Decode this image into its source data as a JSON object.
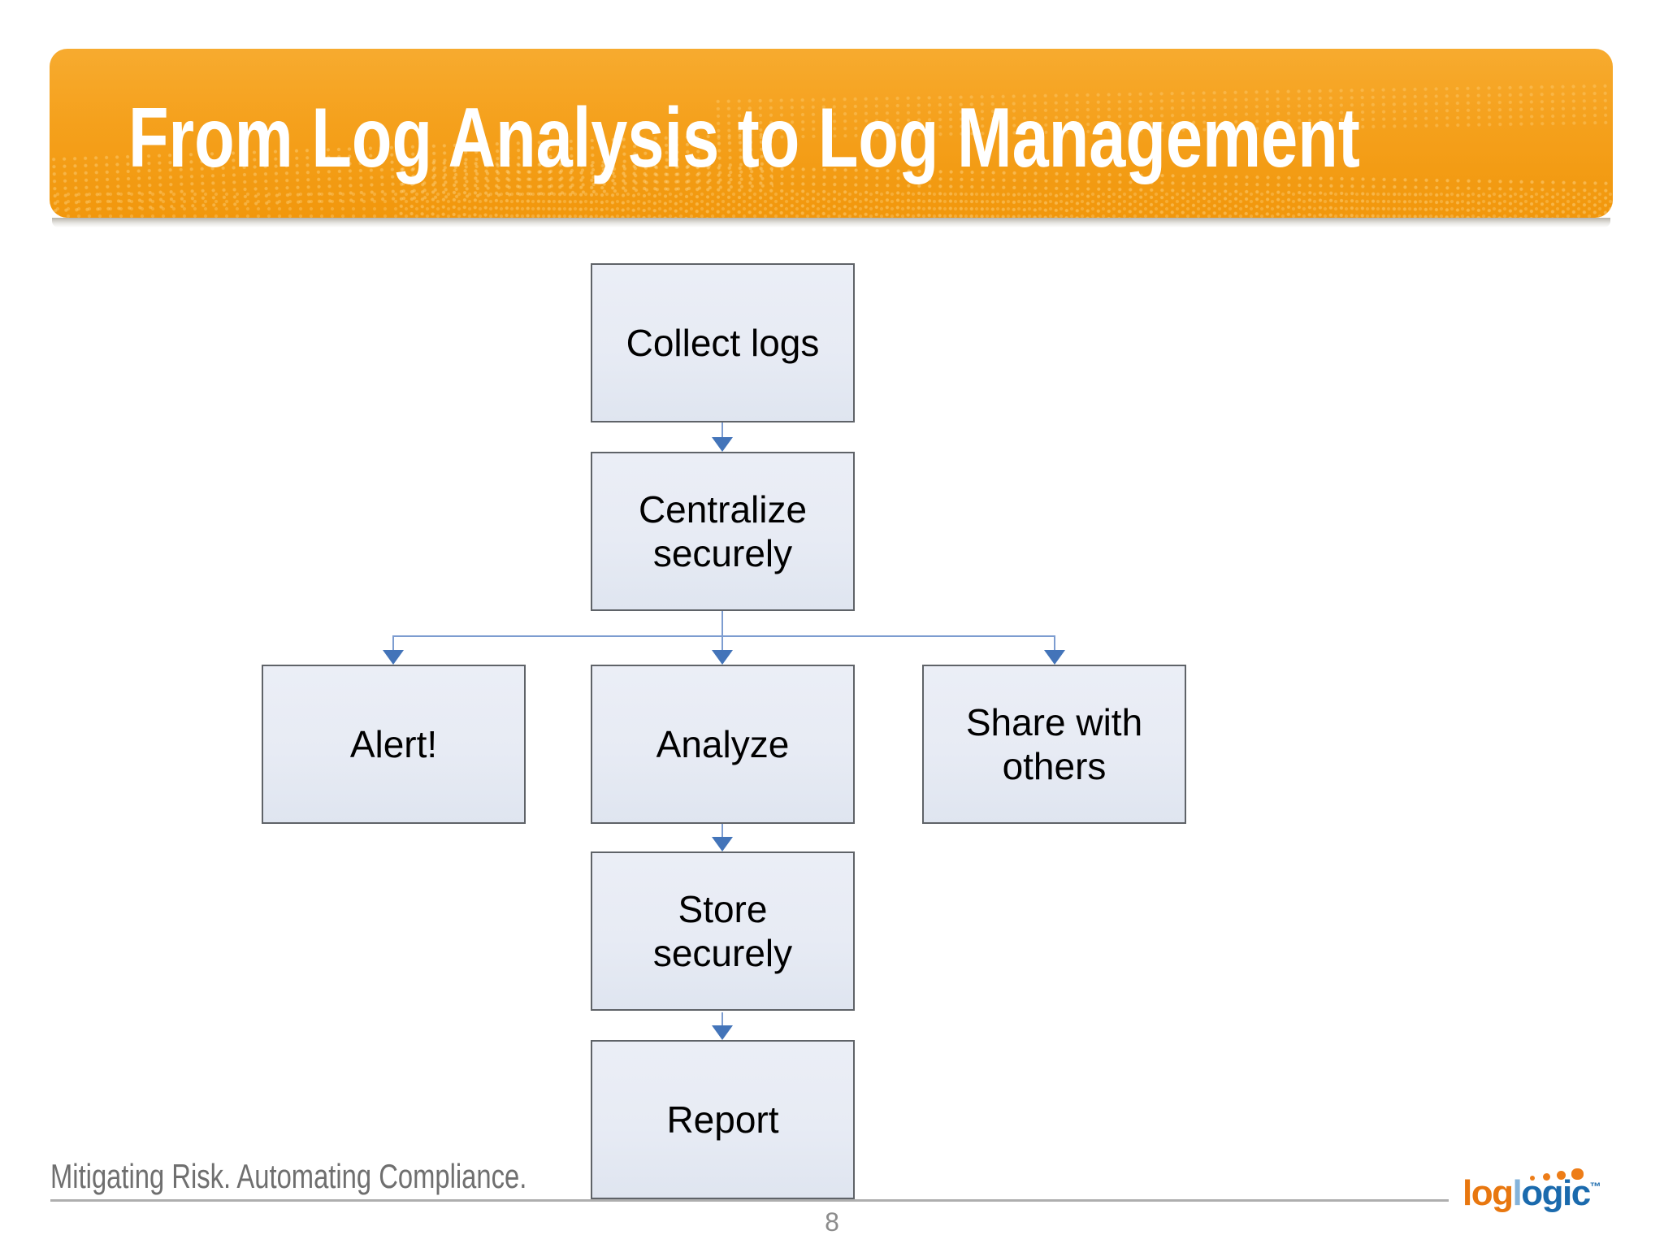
{
  "slide": {
    "title": "From Log Analysis to Log Management",
    "footer": {
      "tagline": "Mitigating Risk. Automating Compliance.",
      "page_number": "8"
    },
    "logo": {
      "part_orange": "log",
      "part_blue_l": "l",
      "part_blue_rest": "ogic",
      "trademark": "™"
    },
    "colors": {
      "banner_orange": "#F5A11D",
      "banner_orange_light": "#F7AB2F",
      "banner_orange_dark": "#F1970C",
      "box_fill": "#E9EDF5",
      "box_border": "#5F6368",
      "arrowhead_blue": "#4374B9",
      "line_blue": "#7C9CD0",
      "footer_gray": "#6F6F6F",
      "rule_gray": "#AEAEAE",
      "logo_orange": "#E8770F",
      "logo_blue": "#1A6AAD",
      "logo_light_blue": "#85B3DA"
    }
  },
  "flowchart": {
    "nodes": [
      {
        "id": "collect",
        "label": "Collect logs"
      },
      {
        "id": "centralize",
        "label": "Centralize\nsecurely"
      },
      {
        "id": "alert",
        "label": "Alert!"
      },
      {
        "id": "analyze",
        "label": "Analyze"
      },
      {
        "id": "share",
        "label": "Share with\nothers"
      },
      {
        "id": "store",
        "label": "Store\nsecurely"
      },
      {
        "id": "report",
        "label": "Report"
      }
    ],
    "edges": [
      {
        "from": "collect",
        "to": "centralize"
      },
      {
        "from": "centralize",
        "to": "alert"
      },
      {
        "from": "centralize",
        "to": "analyze"
      },
      {
        "from": "centralize",
        "to": "share"
      },
      {
        "from": "analyze",
        "to": "store"
      },
      {
        "from": "store",
        "to": "report"
      }
    ]
  }
}
